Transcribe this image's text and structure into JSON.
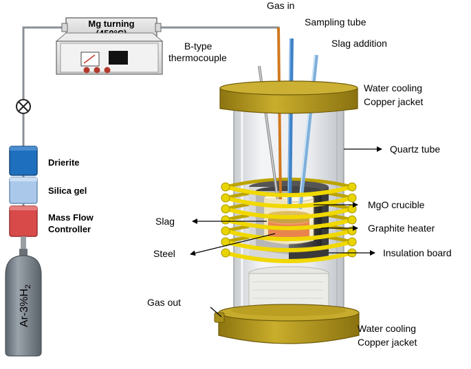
{
  "furnace_labels": {
    "gas_in": "Gas in",
    "sampling_tube": "Sampling tube",
    "slag_addition": "Slag addition",
    "thermocouple_line1": "B-type",
    "thermocouple_line2": "thermocouple",
    "water_cooling_top_line1": "Water cooling",
    "water_cooling_top_line2": "Copper jacket",
    "quartz_tube": "Quartz tube",
    "mgo_crucible": "MgO crucible",
    "graphite_heater": "Graphite heater",
    "insulation_board": "Insulation board",
    "slag": "Slag",
    "steel": "Steel",
    "gas_out": "Gas out",
    "water_cooling_bottom_line1": "Water cooling",
    "water_cooling_bottom_line2": "Copper jacket"
  },
  "gas_train": {
    "mg_turning_line1": "Mg turning",
    "mg_turning_line2": "(450°C)",
    "drierite": "Drierite",
    "silica_gel": "Silica gel",
    "mfc_line1": "Mass Flow",
    "mfc_line2": "Controller",
    "cylinder_base": "Ar-3%H",
    "cylinder_sub": "2"
  },
  "colors": {
    "copper_jacket": "#b39a1a",
    "coil": "#e8d400",
    "drierite": "#1f6fbf",
    "silica_gel": "#a9c8ea",
    "mfc": "#d84a4a",
    "cylinder": "#7d8791",
    "gas_in_tube": "#d0781e",
    "sampling_tube": "#3f82c8",
    "slag_tube": "#9dc4e6"
  }
}
